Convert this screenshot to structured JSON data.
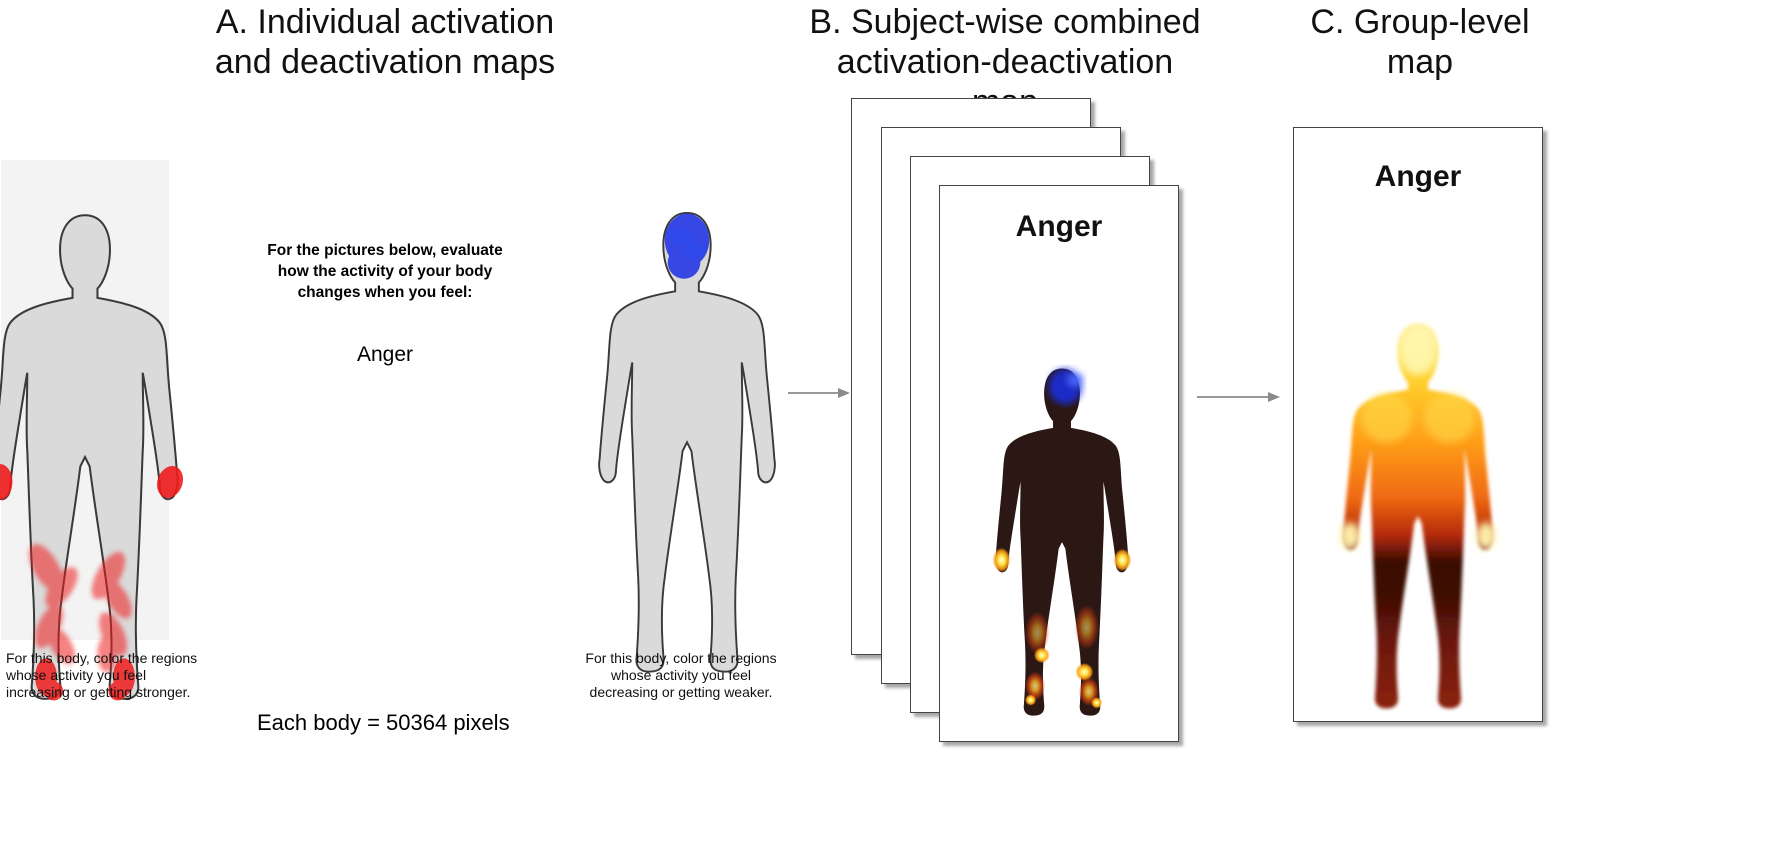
{
  "titles": {
    "a": [
      "A.  Individual activation",
      "and deactivation maps"
    ],
    "b": [
      "B. Subject-wise combined",
      "activation-deactivation map"
    ],
    "c": [
      "C. Group-level",
      "map"
    ]
  },
  "instruction": [
    "For the pictures below, evaluate",
    "how the activity of your body",
    "changes when you feel:"
  ],
  "emotion": "Anger",
  "captions": {
    "activation": [
      "For this body, color the regions",
      "whose activity you feel",
      "increasing or getting stronger."
    ],
    "deactivation": [
      "For this body, color the regions",
      "whose activity you feel",
      "decreasing or getting weaker."
    ]
  },
  "pixel_note": "Each body = 50364 pixels",
  "colors": {
    "body_fill": "#dadada",
    "body_outline": "#3a3a3a",
    "activation": "#ee1c1c",
    "deactivation": "#1b2ee6",
    "combined_body": "#2b1714",
    "arrow": "#8a8a8a"
  }
}
